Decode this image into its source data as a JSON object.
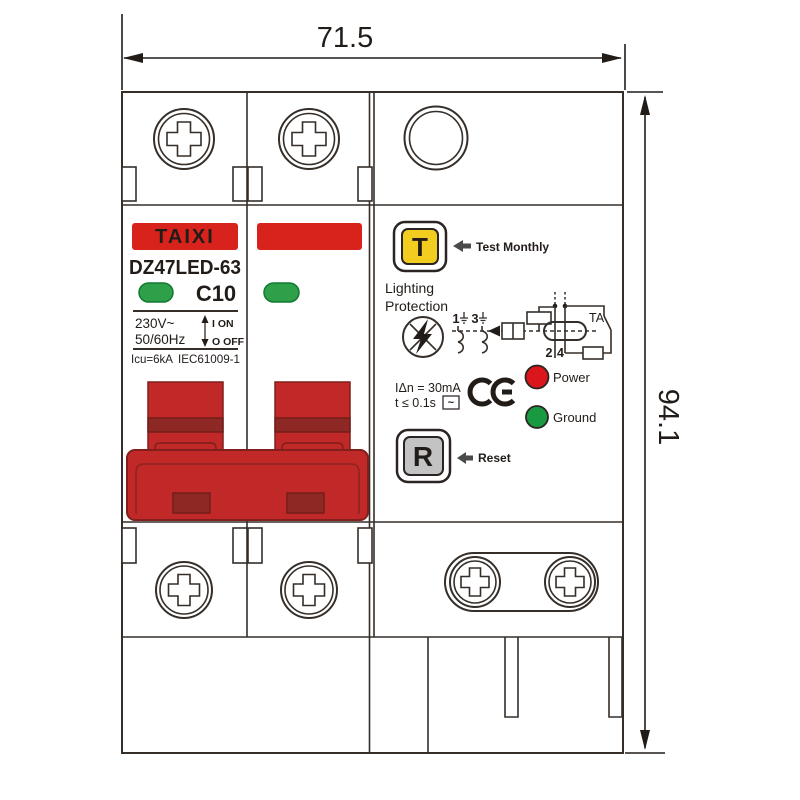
{
  "dimensions": {
    "width": "71.5",
    "height": "94.1"
  },
  "device": {
    "brand": "TAIXI",
    "model": "DZ47LED-63",
    "rating": "C10",
    "voltage": "230V~",
    "frequency": "50/60Hz",
    "on_label": "I ON",
    "off_label": "O OFF",
    "breaking_capacity": "Icu=6kA",
    "standard": "IEC61009-1"
  },
  "rcd": {
    "test_button_label": "T",
    "test_note": "Test Monthly",
    "lighting_protection_line1": "Lighting",
    "lighting_protection_line2": "Protection",
    "terminal_1": "1",
    "terminal_3": "3",
    "terminal_2": "2",
    "terminal_4": "4",
    "ta_label": "TA",
    "residual_current": "IΔn = 30mA",
    "trip_time": "t ≤ 0.1s",
    "wave_symbol": "~",
    "power_label": "Power",
    "ground_label": "Ground",
    "reset_button_label": "R",
    "reset_note": "Reset"
  },
  "colors": {
    "brand_red": "#d8231c",
    "handle_red": "#c02927",
    "handle_dark_red": "#8e2824",
    "indicator_green": "#2ea04a",
    "led_red": "#da161b",
    "led_green": "#199a40",
    "test_button_yellow": "#f2cd1f",
    "reset_button_gray": "#c3c3c3",
    "line": "#352e29"
  }
}
